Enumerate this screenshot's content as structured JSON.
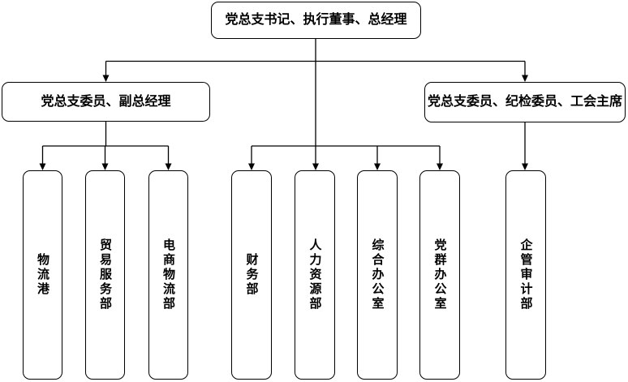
{
  "diagram": {
    "type": "organization-chart",
    "background_color": "#ffffff",
    "line_color": "#000000",
    "box_border_color": "#000000",
    "text_color": "#000000",
    "root": {
      "label": "党总支书记、执行董事、总经理"
    },
    "branch_left": {
      "label": "党总支委员、副总经理",
      "parent": "root"
    },
    "branch_right": {
      "label": "党总支委员、纪检委员、工会主席",
      "parent": "root"
    },
    "departments": [
      {
        "label": "物流港",
        "parent": "branch_left"
      },
      {
        "label": "贸易服务部",
        "parent": "branch_left"
      },
      {
        "label": "电商物流部",
        "parent": "branch_left"
      },
      {
        "label": "财务部",
        "parent": "root"
      },
      {
        "label": "人力资源部",
        "parent": "root"
      },
      {
        "label": "综合办公室",
        "parent": "root"
      },
      {
        "label": "党群办公室",
        "parent": "root"
      },
      {
        "label": "企管审计部",
        "parent": "branch_right"
      }
    ]
  }
}
